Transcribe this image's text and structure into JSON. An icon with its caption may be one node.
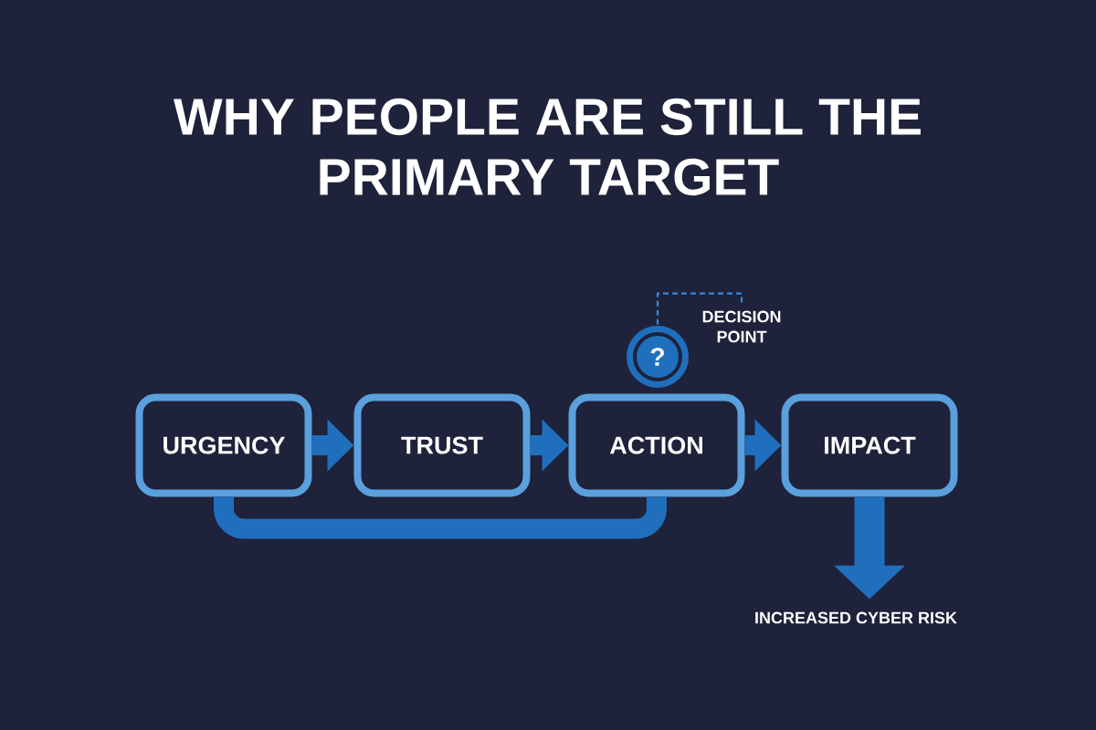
{
  "diagram": {
    "title": "WHY PEOPLE ARE STILL THE PRIMARY TARGET",
    "nodes": [
      {
        "text": [
          "URGENCY"
        ]
      },
      {
        "text": [
          "TRUST"
        ]
      },
      {
        "text": [
          "ACTION"
        ]
      },
      {
        "text": [
          "IMPACT"
        ]
      },
      {
        "text": [
          "?"
        ]
      },
      {
        "text": [
          "DECISION POINT"
        ]
      },
      {
        "text": [
          "INCREASED CYBER RISK"
        ]
      }
    ],
    "edges": [
      {
        "from": 0,
        "to": 1,
        "arrow": "to"
      },
      {
        "from": 1,
        "to": 2,
        "arrow": "to"
      },
      {
        "from": 2,
        "to": 3,
        "arrow": "to"
      },
      {
        "from": 0,
        "to": 2,
        "arrow": "none"
      },
      {
        "from": 3,
        "to": 6,
        "arrow": "to"
      },
      {
        "from": 5,
        "to": 4,
        "arrow": "none",
        "style": "dashed",
        "color": "#3b87d8"
      }
    ]
  }
}
